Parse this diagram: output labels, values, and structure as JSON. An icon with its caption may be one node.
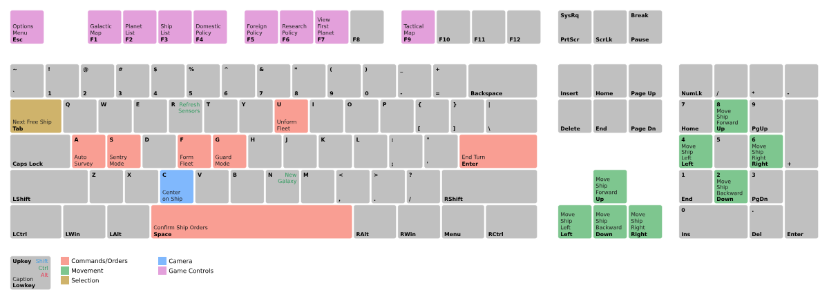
{
  "diagram": {
    "nodes": [
      {
        "text": [
          "Options Menu",
          "Esc"
        ]
      },
      {
        "text": [
          "Galactic Map",
          "F1"
        ]
      },
      {
        "text": [
          "Planet List",
          "F2"
        ]
      },
      {
        "text": [
          "Ship List",
          "F3"
        ]
      },
      {
        "text": [
          "Domestic Policy",
          "F4"
        ]
      },
      {
        "text": [
          "Foreign Policy",
          "F5"
        ]
      },
      {
        "text": [
          "Research Policy",
          "F6"
        ]
      },
      {
        "text": [
          "View First Planet",
          "F7"
        ]
      },
      {
        "text": [
          "F8"
        ]
      },
      {
        "text": [
          "Tactical Map",
          "F9"
        ]
      },
      {
        "text": [
          "F10"
        ]
      },
      {
        "text": [
          "F11"
        ]
      },
      {
        "text": [
          "F12"
        ]
      },
      {
        "text": [
          "SysRq",
          "PrtScr"
        ]
      },
      {
        "text": [
          "ScrLk"
        ]
      },
      {
        "text": [
          "Break",
          "Pause"
        ]
      },
      {
        "text": [
          "~",
          "`"
        ]
      },
      {
        "text": [
          "!",
          "1"
        ]
      },
      {
        "text": [
          "@",
          "2"
        ]
      },
      {
        "text": [
          "#",
          "3"
        ]
      },
      {
        "text": [
          "$",
          "4"
        ]
      },
      {
        "text": [
          "%",
          "5"
        ]
      },
      {
        "text": [
          "^",
          "6"
        ]
      },
      {
        "text": [
          "&",
          "7"
        ]
      },
      {
        "text": [
          "*",
          "8"
        ]
      },
      {
        "text": [
          "(",
          "9"
        ]
      },
      {
        "text": [
          ")",
          "0"
        ]
      },
      {
        "text": [
          "_",
          "-"
        ]
      },
      {
        "text": [
          "+",
          "="
        ]
      },
      {
        "text": [
          "Backspace"
        ]
      },
      {
        "text": [
          "Insert"
        ]
      },
      {
        "text": [
          "Home"
        ]
      },
      {
        "text": [
          "Page Up"
        ]
      },
      {
        "text": [
          "NumLk"
        ]
      },
      {
        "text": [
          "/"
        ]
      },
      {
        "text": [
          "*"
        ]
      },
      {
        "text": [
          "-"
        ]
      },
      {
        "text": [
          "Next Free Ship",
          "Tab"
        ]
      },
      {
        "text": [
          "Q"
        ]
      },
      {
        "text": [
          "W"
        ]
      },
      {
        "text": [
          "E"
        ]
      },
      {
        "text": [
          "R",
          "Refresh Sensors"
        ]
      },
      {
        "text": [
          "T"
        ]
      },
      {
        "text": [
          "Y"
        ]
      },
      {
        "text": [
          "U",
          "Unform Fleet"
        ]
      },
      {
        "text": [
          "I"
        ]
      },
      {
        "text": [
          "O"
        ]
      },
      {
        "text": [
          "P"
        ]
      },
      {
        "text": [
          "{",
          "["
        ]
      },
      {
        "text": [
          "}",
          "]"
        ]
      },
      {
        "text": [
          "|",
          "\\"
        ]
      },
      {
        "text": [
          "Delete"
        ]
      },
      {
        "text": [
          "End"
        ]
      },
      {
        "text": [
          "Page Dn"
        ]
      },
      {
        "text": [
          "7",
          "Home"
        ]
      },
      {
        "text": [
          "8",
          "Move Ship Forward",
          "Up"
        ]
      },
      {
        "text": [
          "9",
          "PgUp"
        ]
      },
      {
        "text": [
          "+"
        ]
      },
      {
        "text": [
          "Caps Lock"
        ]
      },
      {
        "text": [
          "A",
          "Auto Survey"
        ]
      },
      {
        "text": [
          "S",
          "Sentry Mode"
        ]
      },
      {
        "text": [
          "D"
        ]
      },
      {
        "text": [
          "F",
          "Form Fleet"
        ]
      },
      {
        "text": [
          "G",
          "Guard Mode"
        ]
      },
      {
        "text": [
          "H"
        ]
      },
      {
        "text": [
          "J"
        ]
      },
      {
        "text": [
          "K"
        ]
      },
      {
        "text": [
          "L"
        ]
      },
      {
        "text": [
          ":",
          ";"
        ]
      },
      {
        "text": [
          "\"",
          "'"
        ]
      },
      {
        "text": [
          "End Turn",
          "Enter"
        ]
      },
      {
        "text": [
          "4",
          "Move Ship Left",
          "Left"
        ]
      },
      {
        "text": [
          "5"
        ]
      },
      {
        "text": [
          "6",
          "Move Ship Right",
          "Right"
        ]
      },
      {
        "text": [
          "LShift"
        ]
      },
      {
        "text": [
          "Z"
        ]
      },
      {
        "text": [
          "X"
        ]
      },
      {
        "text": [
          "C",
          "Center on Ship"
        ]
      },
      {
        "text": [
          "V"
        ]
      },
      {
        "text": [
          "B"
        ]
      },
      {
        "text": [
          "N",
          "New Galaxy"
        ]
      },
      {
        "text": [
          "M"
        ]
      },
      {
        "text": [
          "<",
          ","
        ]
      },
      {
        "text": [
          ">",
          "."
        ]
      },
      {
        "text": [
          "?",
          "/"
        ]
      },
      {
        "text": [
          "RShift"
        ]
      },
      {
        "text": [
          "Move Ship Forward",
          "Up"
        ]
      },
      {
        "text": [
          "1",
          "End"
        ]
      },
      {
        "text": [
          "2",
          "Move Ship Backward",
          "Down"
        ]
      },
      {
        "text": [
          "3",
          "PgDn"
        ]
      },
      {
        "text": [
          "Enter"
        ]
      },
      {
        "text": [
          "LCtrl"
        ]
      },
      {
        "text": [
          "LWin"
        ]
      },
      {
        "text": [
          "LAlt"
        ]
      },
      {
        "text": [
          "Confirm Ship Orders",
          "Space"
        ]
      },
      {
        "text": [
          "RAlt"
        ]
      },
      {
        "text": [
          "RWin"
        ]
      },
      {
        "text": [
          "Menu"
        ]
      },
      {
        "text": [
          "RCtrl"
        ]
      },
      {
        "text": [
          "Move Ship Left",
          "Left"
        ]
      },
      {
        "text": [
          "Move Ship Backward",
          "Down"
        ]
      },
      {
        "text": [
          "Move Ship Right",
          "Right"
        ]
      },
      {
        "text": [
          "0",
          "Ins"
        ]
      },
      {
        "text": [
          ".",
          "Del"
        ]
      },
      {
        "text": [
          "Upkey",
          "Shift",
          "Ctrl",
          "Alt",
          "Caption",
          "Lowkey"
        ]
      }
    ],
    "legend": [
      {
        "text": "Commands/Orders",
        "color": "#f99e93"
      },
      {
        "text": "Movement",
        "color": "#7ec68f"
      },
      {
        "text": "Selection",
        "color": "#cfb36b"
      },
      {
        "text": "Camera",
        "color": "#80b8fd"
      },
      {
        "text": "Game Controls",
        "color": "#e3a0db"
      }
    ]
  }
}
